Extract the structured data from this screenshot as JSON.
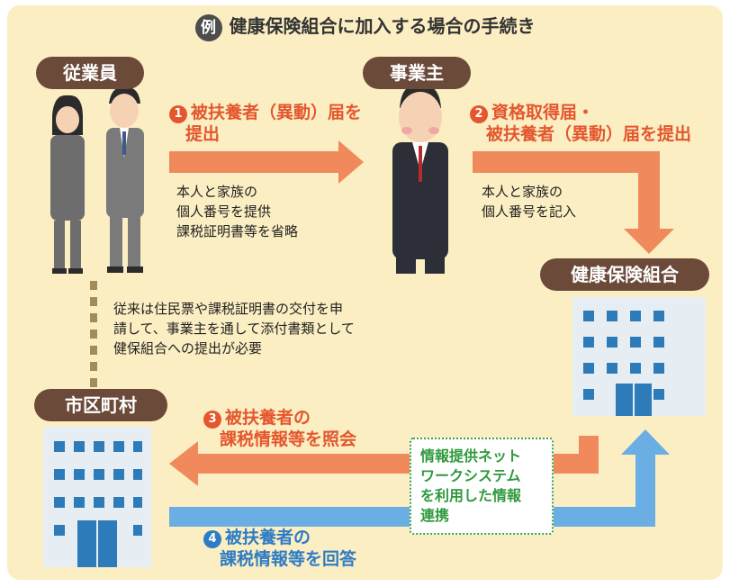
{
  "title": {
    "badge": "例",
    "text": "健康保険組合に加入する場合の手続き"
  },
  "actors": {
    "employee": "従業員",
    "employer": "事業主",
    "insurer": "健康保険組合",
    "municipality": "市区町村"
  },
  "steps": {
    "step1": {
      "number": "1",
      "line1": "被扶養者（異動）届を",
      "line2": "提出"
    },
    "step2": {
      "number": "2",
      "line1": "資格取得届・",
      "line2": "被扶養者（異動）届を提出"
    },
    "step3": {
      "number": "3",
      "line1": "被扶養者の",
      "line2": "課税情報等を照会"
    },
    "step4": {
      "number": "4",
      "line1": "被扶養者の",
      "line2": "課税情報等を回答"
    }
  },
  "notes": {
    "employee_note": [
      "本人と家族の",
      "個人番号を提供",
      "課税証明書等を省略"
    ],
    "employer_note": [
      "本人と家族の",
      "個人番号を記入"
    ],
    "legacy_note": [
      "従来は住民票や課税証明書の交付を申",
      "請して、事業主を通して添付書類として",
      "健保組合への提出が必要"
    ]
  },
  "network_box": [
    "情報提供ネット",
    "ワークシステム",
    "を利用した情報",
    "連携"
  ],
  "colors": {
    "background": "#fbeec2",
    "orange": "#e4572e",
    "arrow_orange": "#f08a5d",
    "blue": "#2e7cc4",
    "arrow_blue": "#6aaee3",
    "pill": "#6b4a3a",
    "green": "#3aa14a"
  }
}
